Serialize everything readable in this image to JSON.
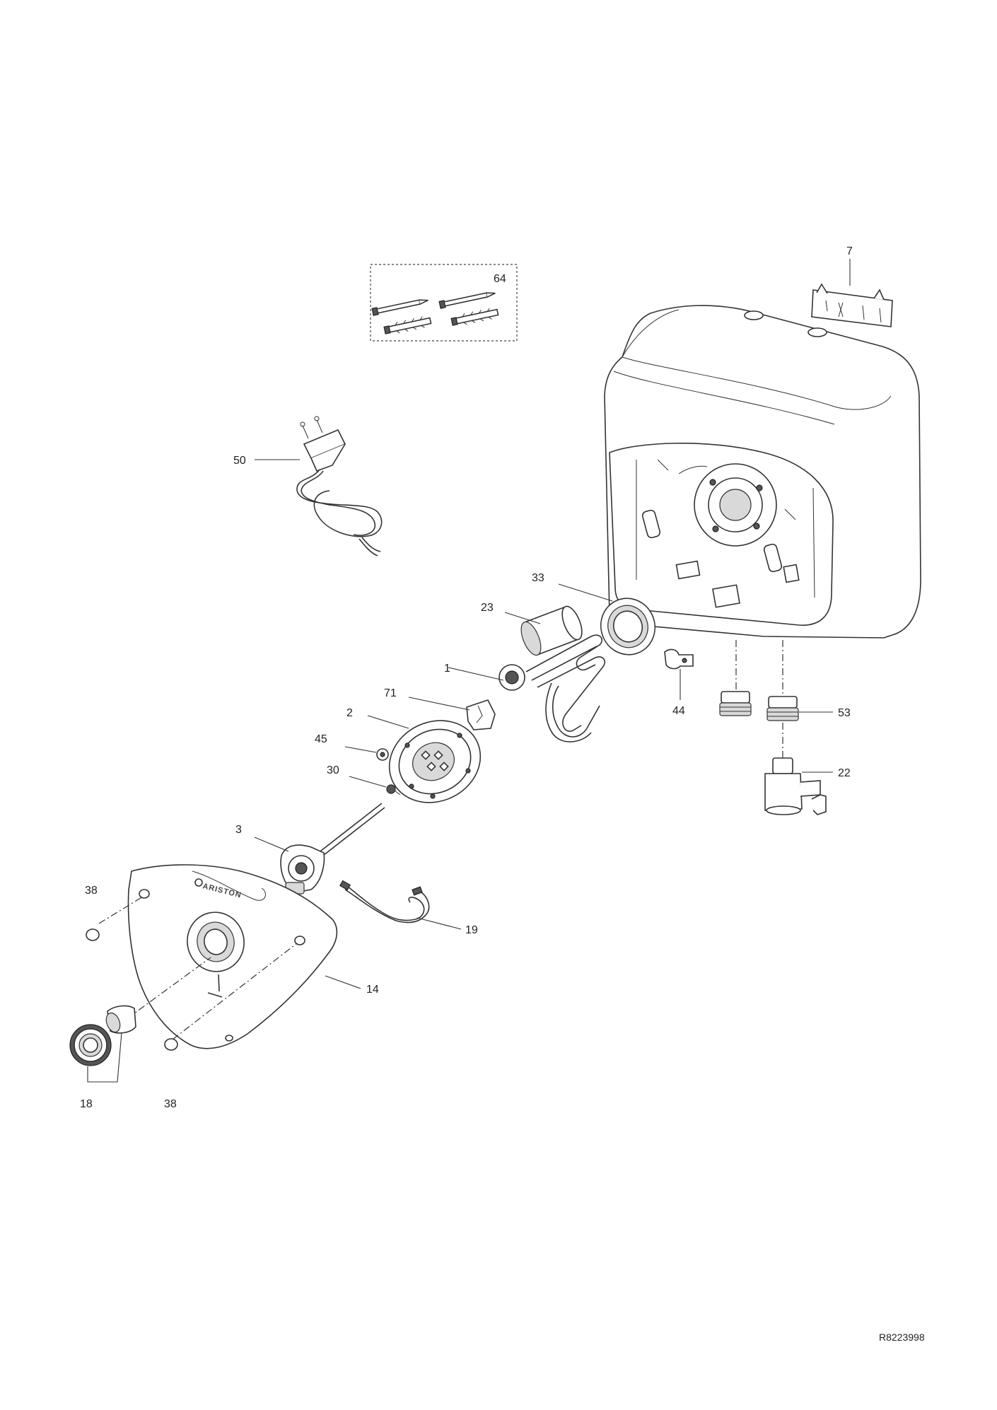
{
  "brand": "ARISTON",
  "reference_code": "R8223998",
  "callouts": {
    "c64": "64",
    "c7": "7",
    "c50": "50",
    "c33": "33",
    "c23": "23",
    "c1": "1",
    "c71": "71",
    "c2": "2",
    "c45": "45",
    "c30": "30",
    "c44": "44",
    "c53": "53",
    "c22": "22",
    "c3": "3",
    "c38a": "38",
    "c19": "19",
    "c14": "14",
    "c18": "18",
    "c38b": "38"
  }
}
